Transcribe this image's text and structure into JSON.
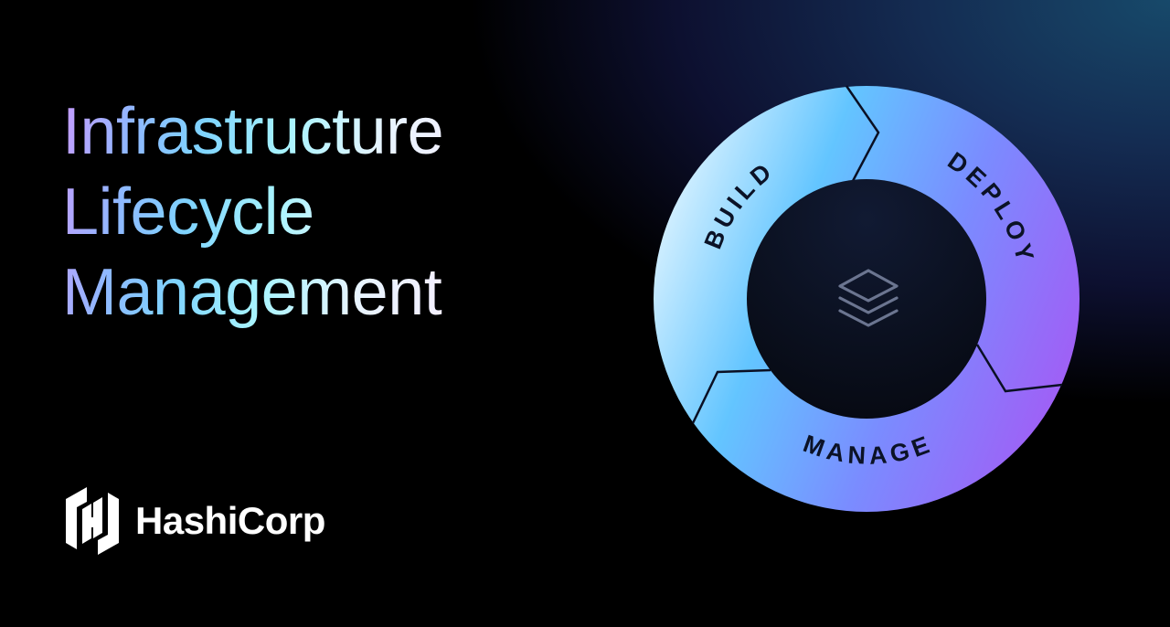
{
  "headline": {
    "lines": [
      "Infrastructure",
      "Lifecycle",
      "Management"
    ]
  },
  "brand": {
    "name": "HashiCorp",
    "logo_icon": "hashicorp-logo-icon"
  },
  "cycle": {
    "stages": [
      {
        "label": "BUILD"
      },
      {
        "label": "DEPLOY"
      },
      {
        "label": "MANAGE"
      }
    ],
    "center_icon": "layers-icon",
    "gradient_colors": [
      "#d7f1ff",
      "#63c5ff",
      "#7a8cff",
      "#a35bf5"
    ]
  },
  "colors": {
    "background": "#000000",
    "background_glow": "#17496a",
    "ring_divider": "#0a1024",
    "center_fill": "#0b1224",
    "icon_stroke": "#6b7590"
  }
}
